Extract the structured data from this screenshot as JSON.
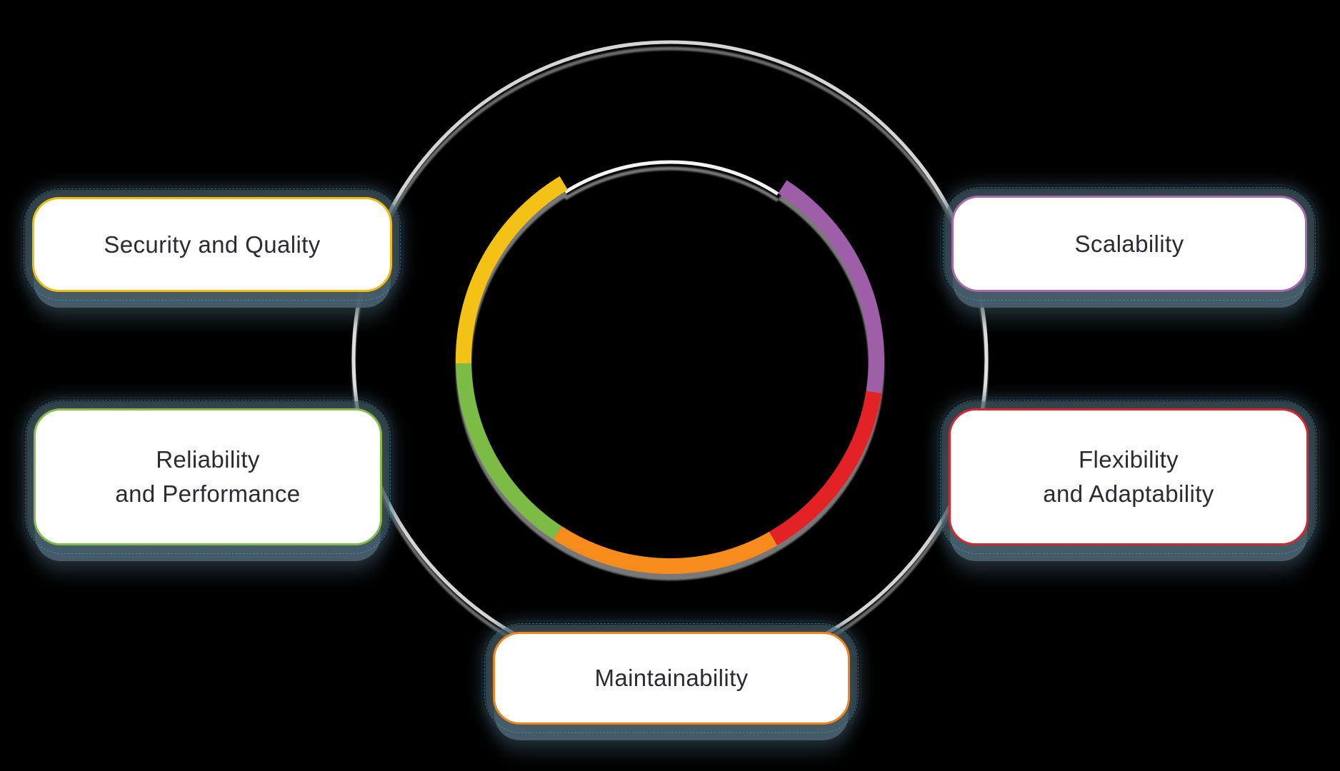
{
  "page": {
    "background": "#000000",
    "text_color": "#2B2B33"
  },
  "diagram": {
    "boxes": {
      "security": {
        "lines": [
          "Security and Quality"
        ],
        "border_color": "#EFBD10"
      },
      "scalability": {
        "lines": [
          "Scalability"
        ],
        "border_color": "#A569AC"
      },
      "reliability": {
        "lines": [
          "Reliability",
          "and Performance"
        ],
        "border_color": "#86BC4C"
      },
      "flexibility": {
        "lines": [
          "Flexibility",
          "and Adaptability"
        ],
        "border_color": "#D9262D"
      },
      "maintainability": {
        "lines": [
          "Maintainability"
        ],
        "border_color": "#F08319"
      }
    },
    "ring": {
      "segments": [
        {
          "name": "yellow",
          "color": "#F4C213",
          "start_deg": 121,
          "end_deg": 181
        },
        {
          "name": "green",
          "color": "#7CBB45",
          "start_deg": 181,
          "end_deg": 237
        },
        {
          "name": "orange",
          "color": "#F78C1C",
          "start_deg": 237,
          "end_deg": 300
        },
        {
          "name": "red",
          "color": "#E32228",
          "start_deg": 300,
          "end_deg": 351
        },
        {
          "name": "purple",
          "color": "#9E5FA8",
          "start_deg": 351,
          "end_deg": 417
        }
      ],
      "gap_arc": {
        "name": "white-gap",
        "color": "#F4F4F4",
        "start_deg": 57,
        "end_deg": 122
      },
      "outer_circle_color": "#ECECEC",
      "shadow_color": "#8D8D8D"
    }
  }
}
